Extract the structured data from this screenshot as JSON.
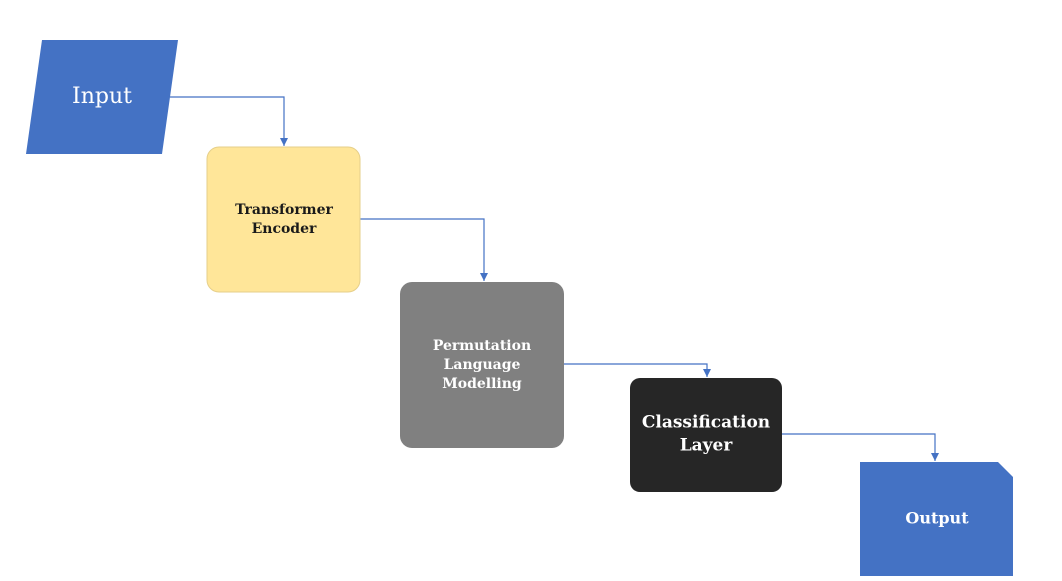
{
  "nodes": {
    "input": {
      "label": "Input"
    },
    "transformer_encoder": {
      "label_lines": [
        "Transformer",
        "Encoder"
      ]
    },
    "permutation_lm": {
      "label_lines": [
        "Permutation",
        "Language",
        "Modelling"
      ]
    },
    "classification_layer": {
      "label_lines": [
        "Classification",
        "Layer"
      ]
    },
    "output": {
      "label": "Output"
    }
  },
  "colors": {
    "input_fill": "#4472C4",
    "encoder_fill": "#FFE699",
    "encoder_stroke": "#E6CF8A",
    "permutation_fill": "#808080",
    "classification_fill": "#262626",
    "output_fill": "#4472C4",
    "connector": "#4472C4",
    "text_dark": "#1a1a1a",
    "text_light": "#ffffff"
  }
}
